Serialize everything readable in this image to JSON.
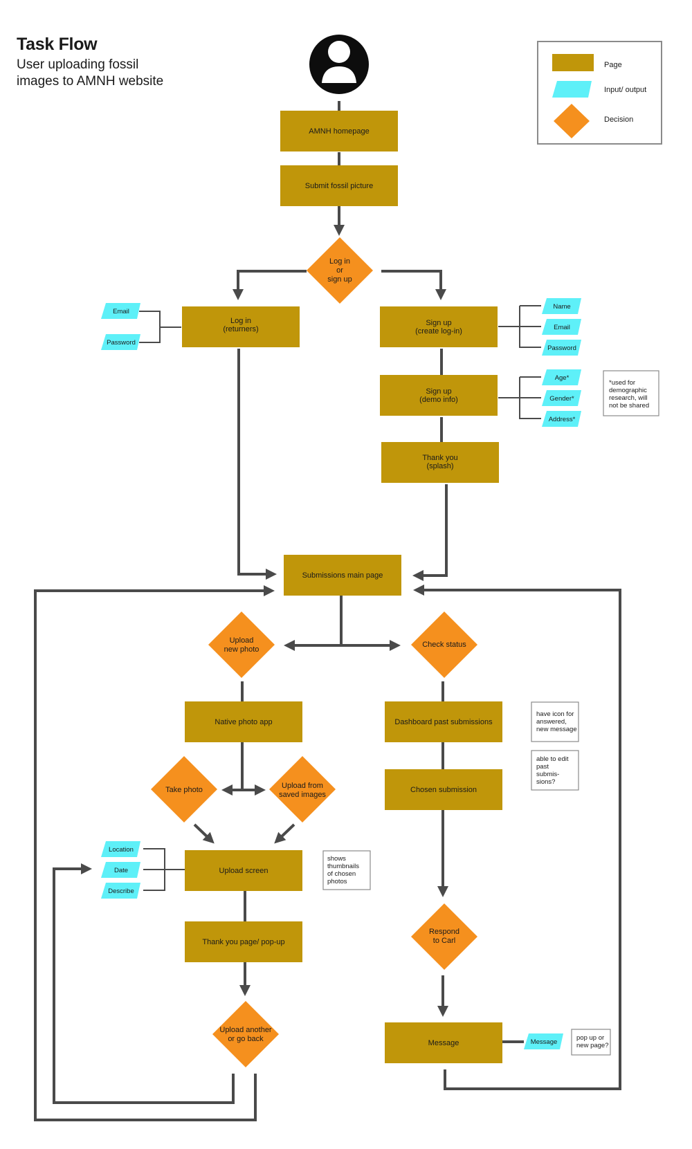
{
  "header": {
    "title": "Task Flow",
    "subtitle_line1": "User uploading fossil",
    "subtitle_line2": "images to AMNH website"
  },
  "colors": {
    "page": "#c0960a",
    "io": "#5ef0f8",
    "decision": "#f5901e",
    "connector": "#4a4a4a"
  },
  "legend": {
    "page": "Page",
    "io": "Input/ output",
    "decision": "Decision"
  },
  "pages": {
    "homepage": "AMNH homepage",
    "submit": "Submit fossil picture",
    "login": [
      "Log in",
      "(returners)"
    ],
    "signup": [
      "Sign up",
      "(create log-in)"
    ],
    "signup_demo": [
      "Sign up",
      "(demo info)"
    ],
    "thankyou_splash": [
      "Thank you",
      "(splash)"
    ],
    "submissions_main": "Submissions main page",
    "native_photo": "Native photo app",
    "dashboard": "Dashboard past submissions",
    "chosen": "Chosen submission",
    "upload_screen": "Upload screen",
    "thankyou_popup": "Thank you page/ pop-up",
    "message": "Message"
  },
  "decisions": {
    "login_signup": [
      "Log in",
      "or",
      "sign up"
    ],
    "upload_new": [
      "Upload",
      "new photo"
    ],
    "check_status": [
      "Check status"
    ],
    "take_photo": [
      "Take photo"
    ],
    "upload_saved": [
      "Upload from",
      "saved images"
    ],
    "respond_carl": [
      "Respond",
      "to Carl"
    ],
    "upload_another": [
      "Upload another",
      "or go back"
    ]
  },
  "inputs": {
    "login_email": "Email",
    "login_password": "Password",
    "signup_name": "Name",
    "signup_email": "Email",
    "signup_password": "Password",
    "demo_age": "Age*",
    "demo_gender": "Gender*",
    "demo_address": "Address*",
    "upload_location": "Location",
    "upload_date": "Date",
    "upload_describe": "Describe",
    "message_input": "Message"
  },
  "notes": {
    "demographic": [
      "*used for",
      "demographic",
      "research, will",
      "not be shared"
    ],
    "icon_answered": [
      "have icon for",
      "answered,",
      "new message"
    ],
    "edit_past": [
      "able to edit",
      "past",
      "submis-",
      "sions?"
    ],
    "thumbnails": [
      "shows",
      "thumbnails",
      "of chosen",
      "photos"
    ],
    "popup": [
      "pop up or",
      "new page?"
    ]
  }
}
